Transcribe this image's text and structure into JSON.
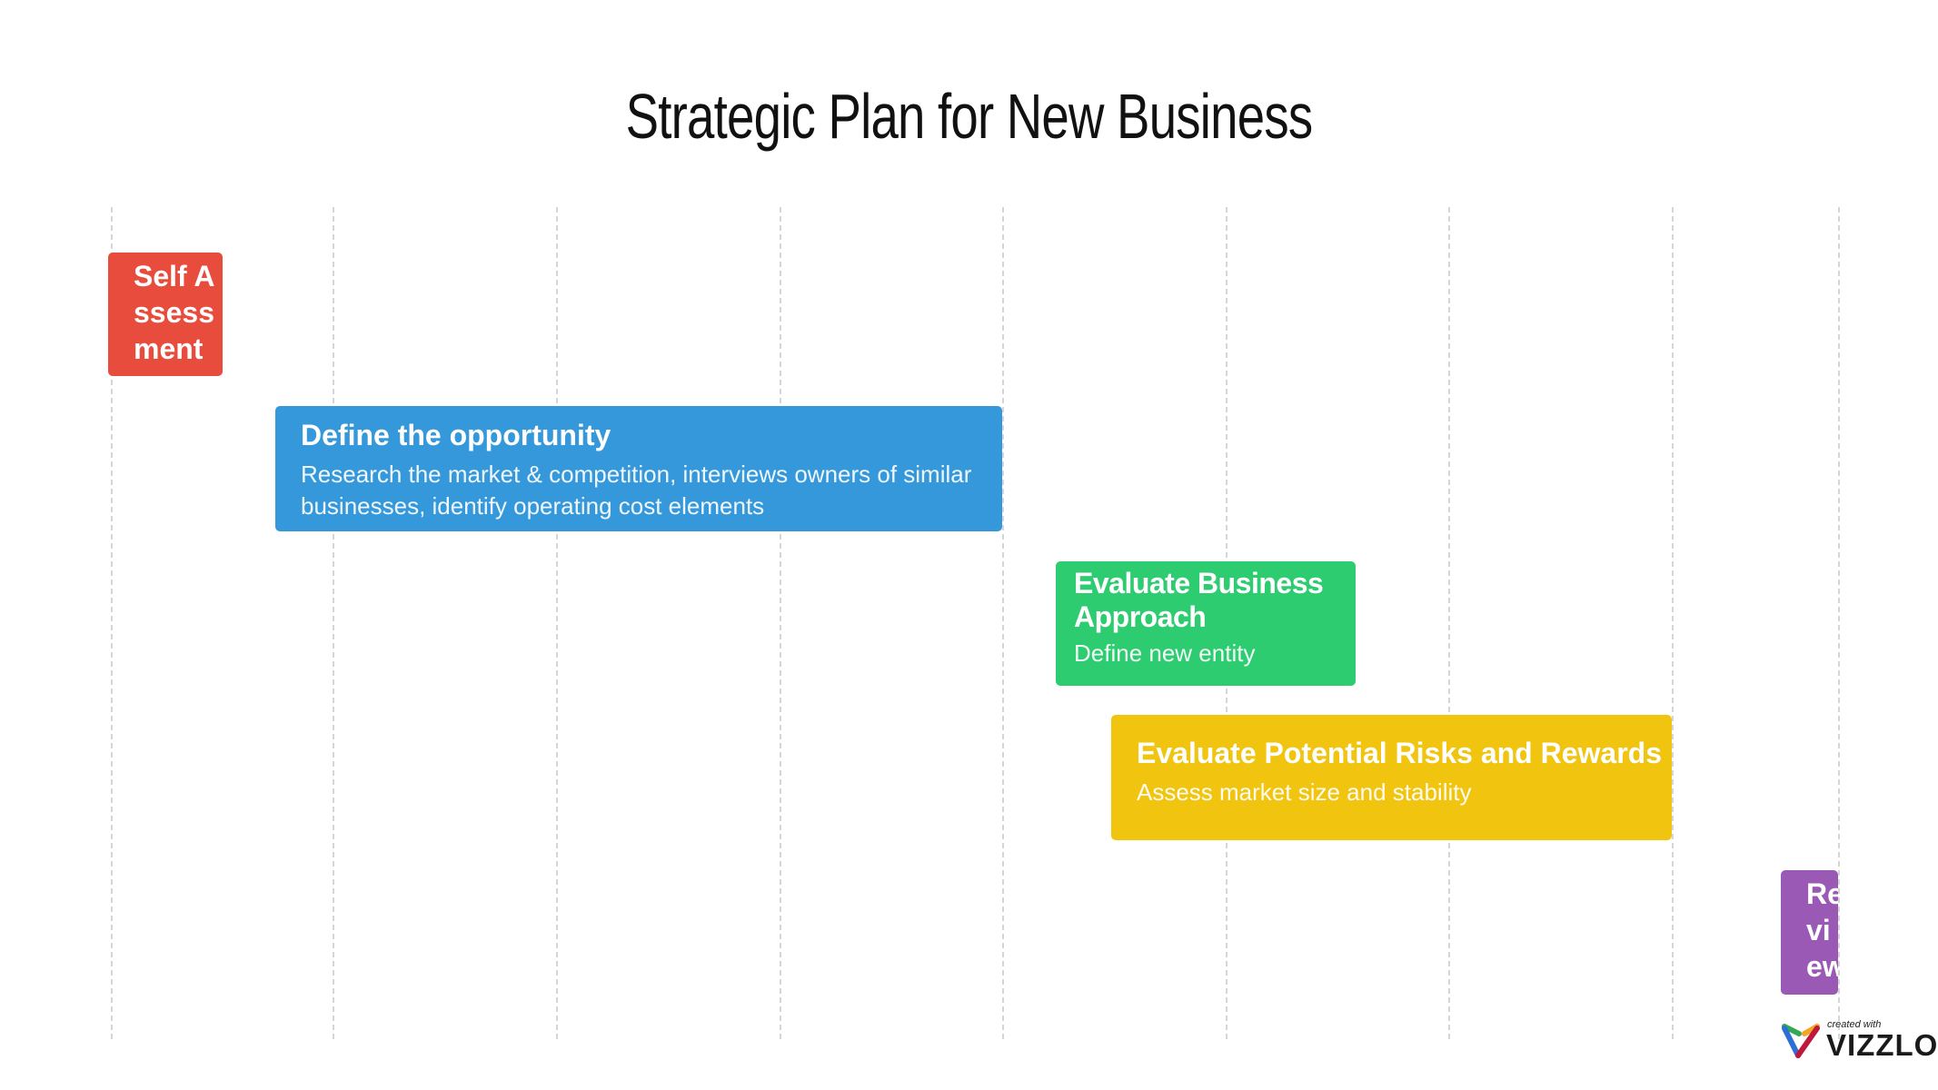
{
  "title": "Strategic Plan for New Business",
  "colors": {
    "red": "#e74c3c",
    "blue": "#3498db",
    "green": "#2ecc71",
    "yellow": "#f1c40f",
    "purple": "#9b59b6"
  },
  "tasks": [
    {
      "title": "Self Assessment",
      "description": "",
      "color": "#e74c3c"
    },
    {
      "title": "Define the opportunity",
      "description": "Research the market & competition, interviews owners of similar businesses, identify operating cost elements",
      "color": "#3498db"
    },
    {
      "title": "Evaluate Business Approach",
      "description": "Define new entity",
      "color": "#2ecc71"
    },
    {
      "title": "Evaluate Potential Risks and Rewards",
      "description": "Assess market size and stability",
      "color": "#f1c40f"
    },
    {
      "title": "Review",
      "description": "",
      "color": "#9b59b6"
    }
  ],
  "logo": {
    "caption": "created with",
    "brand": "VIZZLO"
  }
}
